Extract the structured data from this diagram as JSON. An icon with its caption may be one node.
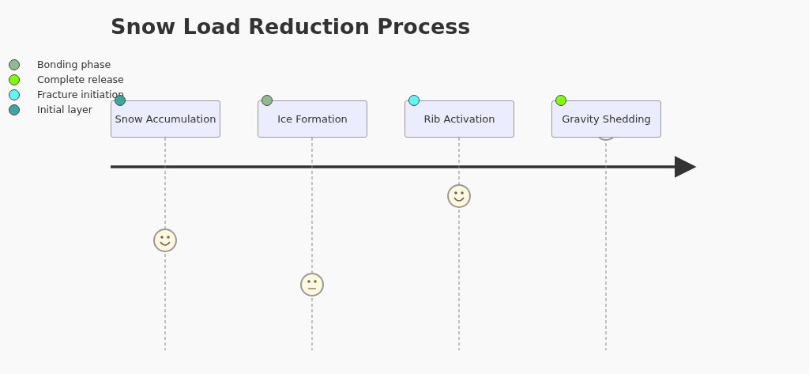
{
  "diagram": {
    "title": "Snow Load Reduction Process",
    "nodes": [
      {
        "text": [
          "Snow Accumulation"
        ]
      },
      {
        "text": [
          "Ice Formation"
        ]
      },
      {
        "text": [
          "Rib Activation"
        ]
      },
      {
        "text": [
          "Gravity Shedding"
        ]
      }
    ],
    "legend": [
      {
        "text": "Bonding phase",
        "color": "#8fbc8f"
      },
      {
        "text": "Complete release",
        "color": "#7fff00"
      },
      {
        "text": "Fracture initiation",
        "color": "#5cf8f8"
      },
      {
        "text": "Initial layer",
        "color": "#3aa8a0"
      }
    ]
  }
}
